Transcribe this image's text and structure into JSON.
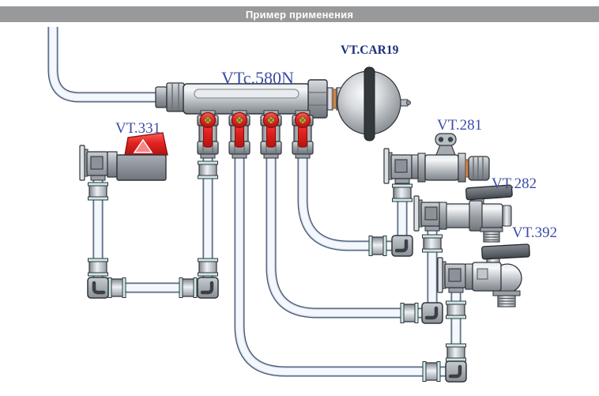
{
  "header": {
    "title": "Пример применения"
  },
  "colors": {
    "header_bg": "#98999b",
    "header_text": "#ffffff",
    "label_blue": "#3a4da6",
    "label_dark_blue": "#1d2d78",
    "valve_red": "#e52320",
    "handle_dark_gray": "#5f656b",
    "brass": "#c8854e",
    "pipe_fill": "#f4f8fd",
    "pipe_outline": "#44536a"
  },
  "components": {
    "manifold": {
      "label": "VTc.580N"
    },
    "air_chamber": {
      "label": "VT.CAR19"
    },
    "ball_valve": {
      "label": "VT.331"
    },
    "washing_machine_valve": {
      "label": "VT.281"
    },
    "straight_valve": {
      "label": "VT.282"
    },
    "angle_valve": {
      "label": "VT.392"
    }
  }
}
